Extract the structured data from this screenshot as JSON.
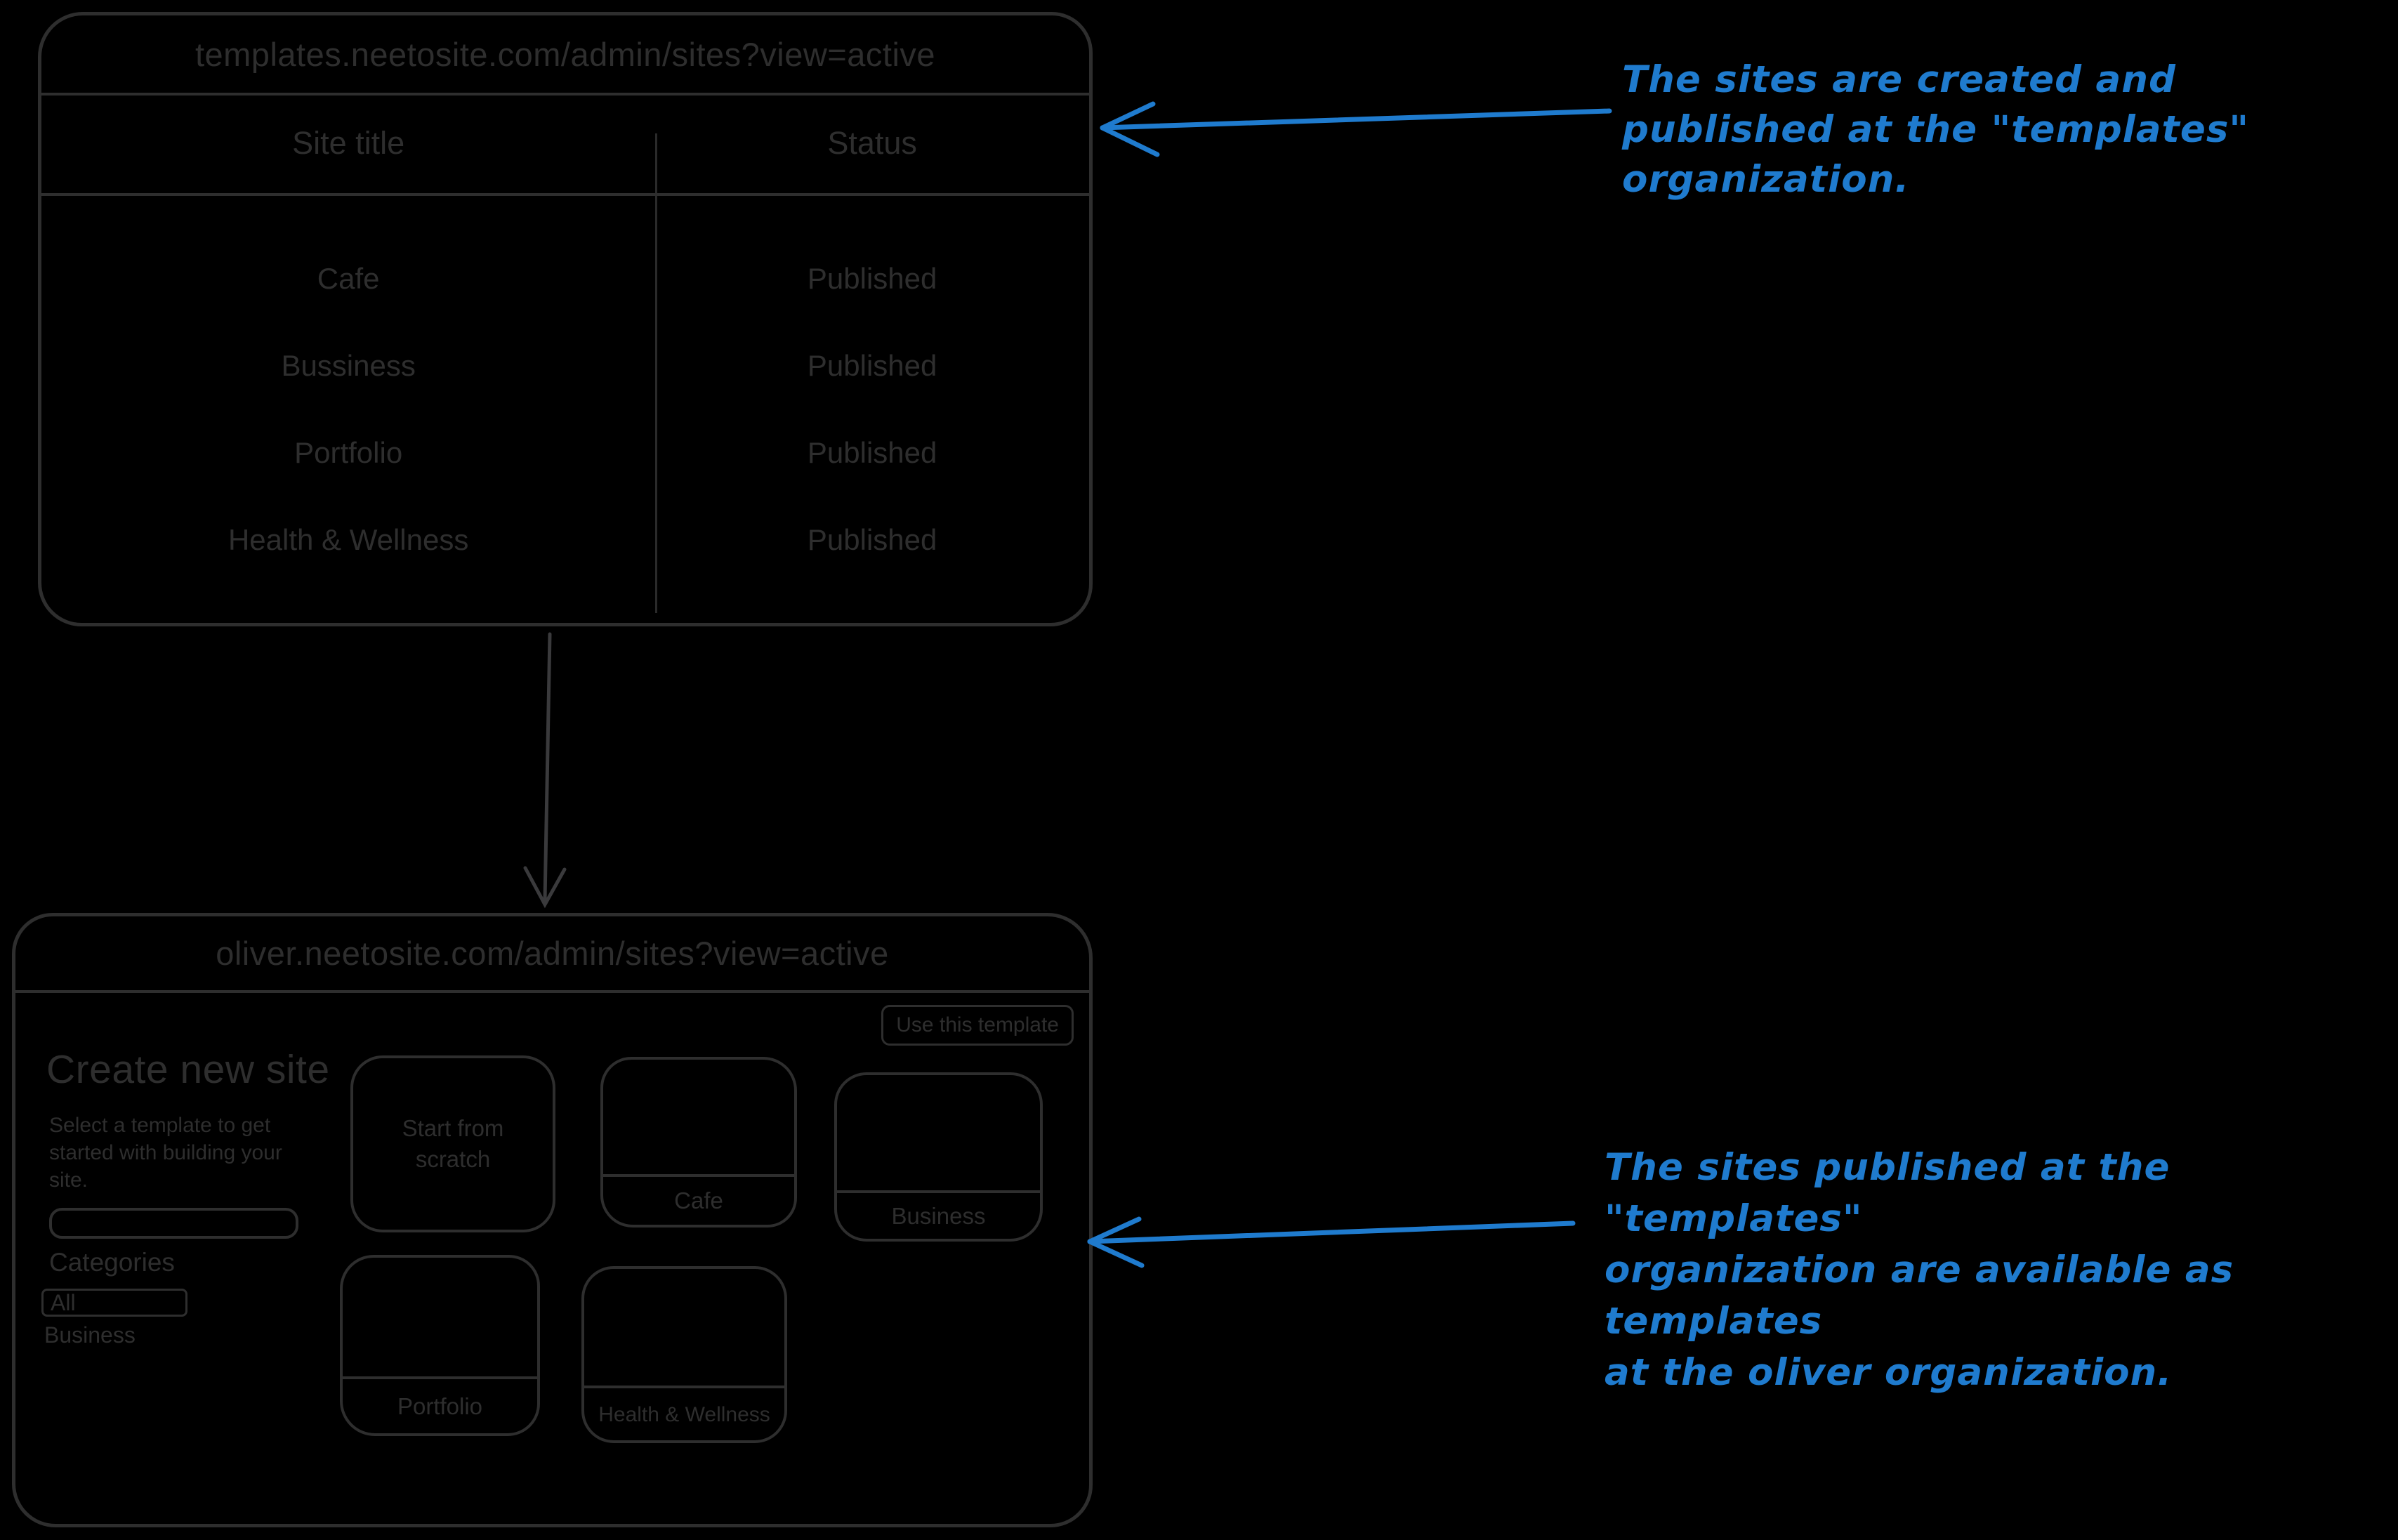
{
  "colors": {
    "annotation_blue": "#1f7bce",
    "sketch_stroke": "#2e2e2e"
  },
  "top_window": {
    "url": "templates.neetosite.com/admin/sites?view=active",
    "table": {
      "headers": [
        "Site title",
        "Status"
      ],
      "rows": [
        [
          "Cafe",
          "Published"
        ],
        [
          "Bussiness",
          "Published"
        ],
        [
          "Portfolio",
          "Published"
        ],
        [
          "Health & Wellness",
          "Published"
        ]
      ]
    }
  },
  "bottom_window": {
    "url": "oliver.neetosite.com/admin/sites?view=active",
    "use_template_button": "Use this template",
    "panel": {
      "title": "Create new site",
      "subtitle": "Select a template to get started with building your site.",
      "categories_label": "Categories",
      "category_selected": "All",
      "category_other": "Business"
    },
    "cards": [
      {
        "label": "Start from scratch"
      },
      {
        "label": "Cafe"
      },
      {
        "label": "Business"
      },
      {
        "label": "Portfolio"
      },
      {
        "label": "Health & Wellness"
      }
    ]
  },
  "annotations": {
    "top_lines": [
      "The sites are created and",
      "published at the \"templates\"",
      "organization."
    ],
    "bottom_lines": [
      "The sites published at the \"templates\"",
      "organization are available as templates",
      "at the oliver organization."
    ]
  }
}
